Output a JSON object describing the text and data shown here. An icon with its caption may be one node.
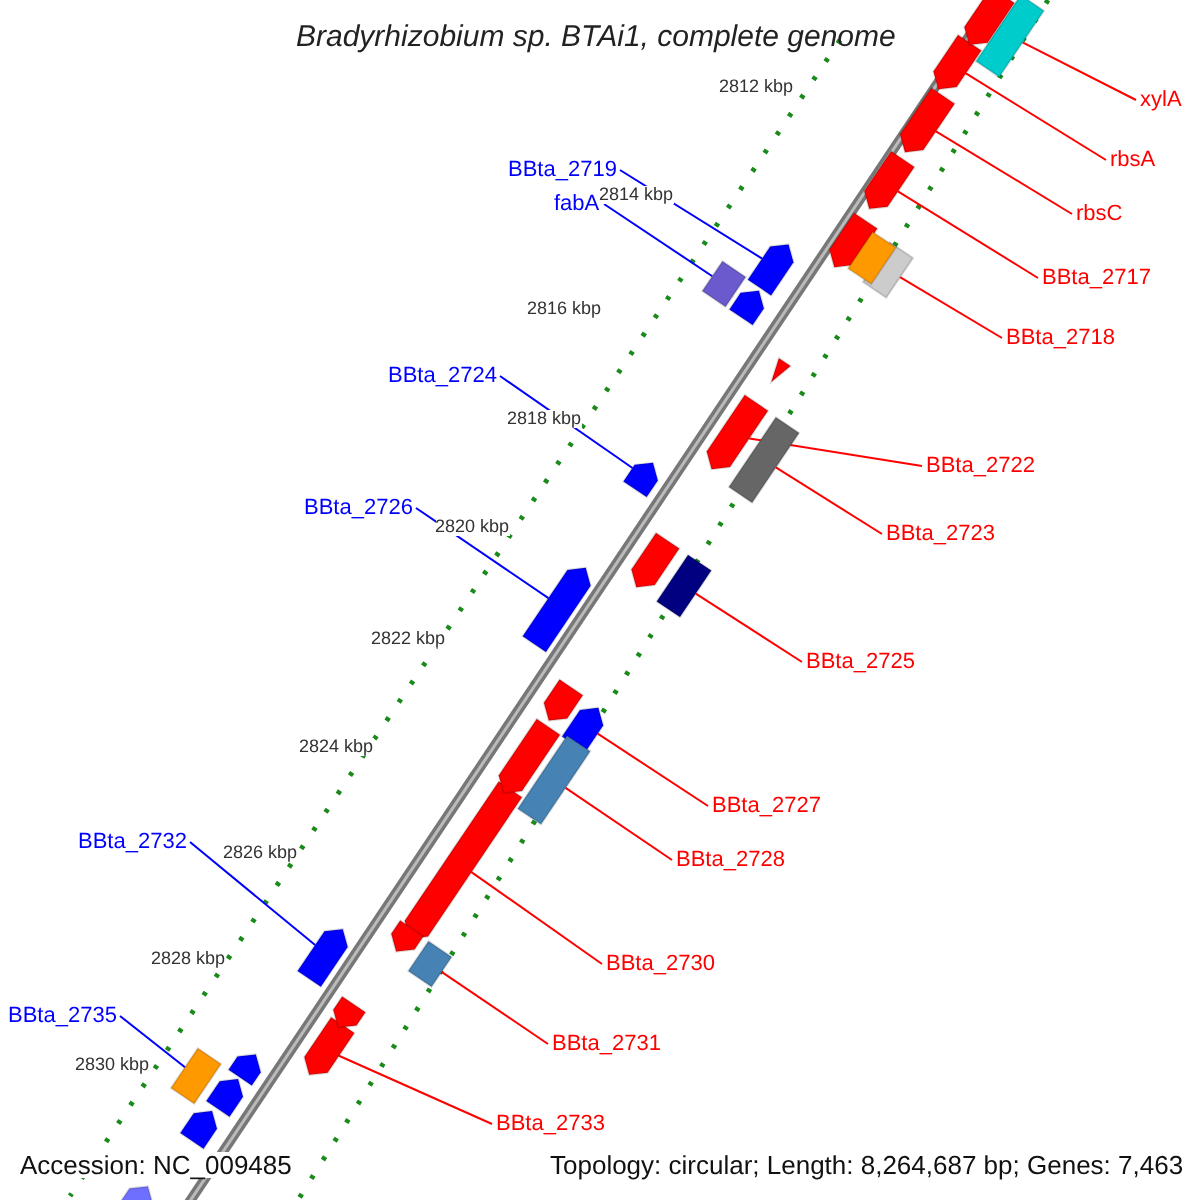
{
  "diagram": {
    "title": "Bradyrhizobium sp. BTAi1, complete genome",
    "nodes": [
      {
        "text": [
          "xylA"
        ]
      },
      {
        "text": [
          "rbsA"
        ]
      },
      {
        "text": [
          "BBta_2719"
        ]
      },
      {
        "text": [
          "fabA"
        ]
      },
      {
        "text": [
          "rbsC"
        ]
      },
      {
        "text": [
          "BBta_2717"
        ]
      },
      {
        "text": [
          "BBta_2718"
        ]
      },
      {
        "text": [
          "BBta_2724"
        ]
      },
      {
        "text": [
          "BBta_2722"
        ]
      },
      {
        "text": [
          "BBta_2726"
        ]
      },
      {
        "text": [
          "BBta_2723"
        ]
      },
      {
        "text": [
          "BBta_2725"
        ]
      },
      {
        "text": [
          "BBta_2727"
        ]
      },
      {
        "text": [
          "BBta_2732"
        ]
      },
      {
        "text": [
          "BBta_2728"
        ]
      },
      {
        "text": [
          "BBta_2730"
        ]
      },
      {
        "text": [
          "BBta_2735"
        ]
      },
      {
        "text": [
          "BBta_2731"
        ]
      },
      {
        "text": [
          "BBta_2733"
        ]
      },
      {
        "text": [],
        "shape": "bar"
      },
      {
        "text": [],
        "shape": "bar"
      },
      {
        "text": [],
        "shape": "bar"
      },
      {
        "text": [],
        "shape": "bar"
      },
      {
        "text": [],
        "shape": "bar"
      },
      {
        "text": [],
        "shape": "bar"
      },
      {
        "text": [],
        "shape": "bar"
      },
      {
        "text": [],
        "shape": "bar"
      },
      {
        "text": [],
        "shape": "bar"
      },
      {
        "text": [],
        "shape": "bar"
      },
      {
        "text": [],
        "shape": "bar"
      },
      {
        "text": [],
        "shape": "bar"
      },
      {
        "text": [],
        "shape": "bar"
      },
      {
        "text": [],
        "shape": "bar"
      },
      {
        "text": [],
        "shape": "bar"
      },
      {
        "text": [],
        "shape": "bar"
      },
      {
        "text": [],
        "shape": "bar"
      },
      {
        "text": [],
        "shape": "bar"
      },
      {
        "text": [],
        "shape": "bar"
      },
      {
        "text": [],
        "shape": "bar"
      },
      {
        "text": [],
        "shape": "bar"
      },
      {
        "text": [],
        "shape": "bar"
      },
      {
        "text": [],
        "shape": "bar"
      },
      {
        "text": [],
        "shape": "triangle"
      },
      {
        "text": [],
        "shape": "bar"
      },
      {
        "text": [],
        "shape": "bar"
      },
      {
        "text": [],
        "shape": "bar"
      },
      {
        "text": [],
        "shape": "bar"
      },
      {
        "text": [],
        "shape": "bar"
      },
      {
        "text": [],
        "shape": "bar"
      },
      {
        "text": [],
        "shape": "bar"
      },
      {
        "text": [],
        "shape": "bar"
      },
      {
        "text": [],
        "shape": "bar"
      }
    ],
    "edges": [
      {
        "from": 0,
        "to": 19,
        "arrow": "none"
      },
      {
        "from": 1,
        "to": 20,
        "arrow": "none"
      },
      {
        "from": 2,
        "to": 21,
        "arrow": "none",
        "color": "#0000ff"
      },
      {
        "from": 3,
        "to": 22,
        "arrow": "none",
        "color": "#0000ff"
      },
      {
        "from": 4,
        "to": 23,
        "arrow": "none"
      },
      {
        "from": 5,
        "to": 24,
        "arrow": "none"
      },
      {
        "from": 6,
        "to": 25,
        "arrow": "none"
      },
      {
        "from": 7,
        "to": 26,
        "arrow": "none",
        "color": "#0000ff"
      },
      {
        "from": 8,
        "to": 27,
        "arrow": "none"
      },
      {
        "from": 9,
        "to": 28,
        "arrow": "none",
        "color": "#0000ff"
      },
      {
        "from": 10,
        "to": 29,
        "arrow": "none"
      },
      {
        "from": 11,
        "to": 30,
        "arrow": "none"
      },
      {
        "from": 12,
        "to": 31,
        "arrow": "none"
      },
      {
        "from": 13,
        "to": 32,
        "arrow": "none",
        "color": "#0000ff"
      },
      {
        "from": 14,
        "to": 33,
        "arrow": "none"
      },
      {
        "from": 15,
        "to": 34,
        "arrow": "none"
      },
      {
        "from": 16,
        "to": 35,
        "arrow": "none",
        "color": "#0000ff"
      },
      {
        "from": 17,
        "to": 36,
        "arrow": "none"
      },
      {
        "from": 18,
        "to": 37,
        "arrow": "none"
      }
    ],
    "labels": [
      "2812 kbp",
      "2814 kbp",
      "2816 kbp",
      "2818 kbp",
      "2820 kbp",
      "2822 kbp",
      "2824 kbp",
      "2826 kbp",
      "2828 kbp",
      "2830 kbp",
      "Accession: NC_009485",
      "Topology: circular; Length: 8,264,687 bp; Genes: 7,463"
    ]
  }
}
